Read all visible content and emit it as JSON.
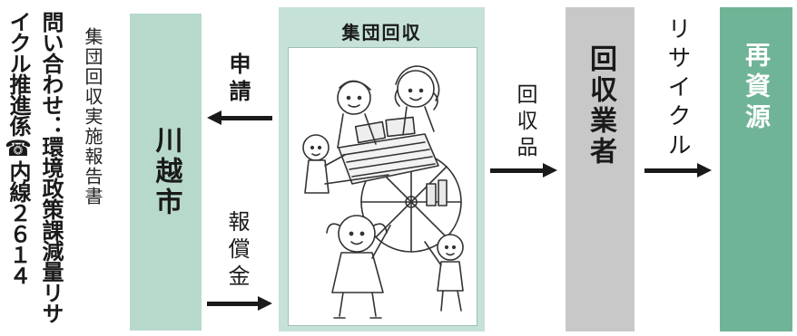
{
  "contact": {
    "line1": "問い合わせ：環境政策課減量リサ",
    "line2": "イクル推進係☎内線２６１４"
  },
  "note": "集団回収実施報告書",
  "city": "川越市",
  "apply": "申請",
  "reward": "報償金",
  "collection_title": "集団回収",
  "collected_items": "回収品",
  "collector": "回収業者",
  "recycle": "リサイクル",
  "resource": "再資源",
  "colors": {
    "city_box": "#b7d9cb",
    "collection_box": "#c6e2d8",
    "collector_box": "#c8c8c8",
    "resource_box": "#6fb496"
  }
}
